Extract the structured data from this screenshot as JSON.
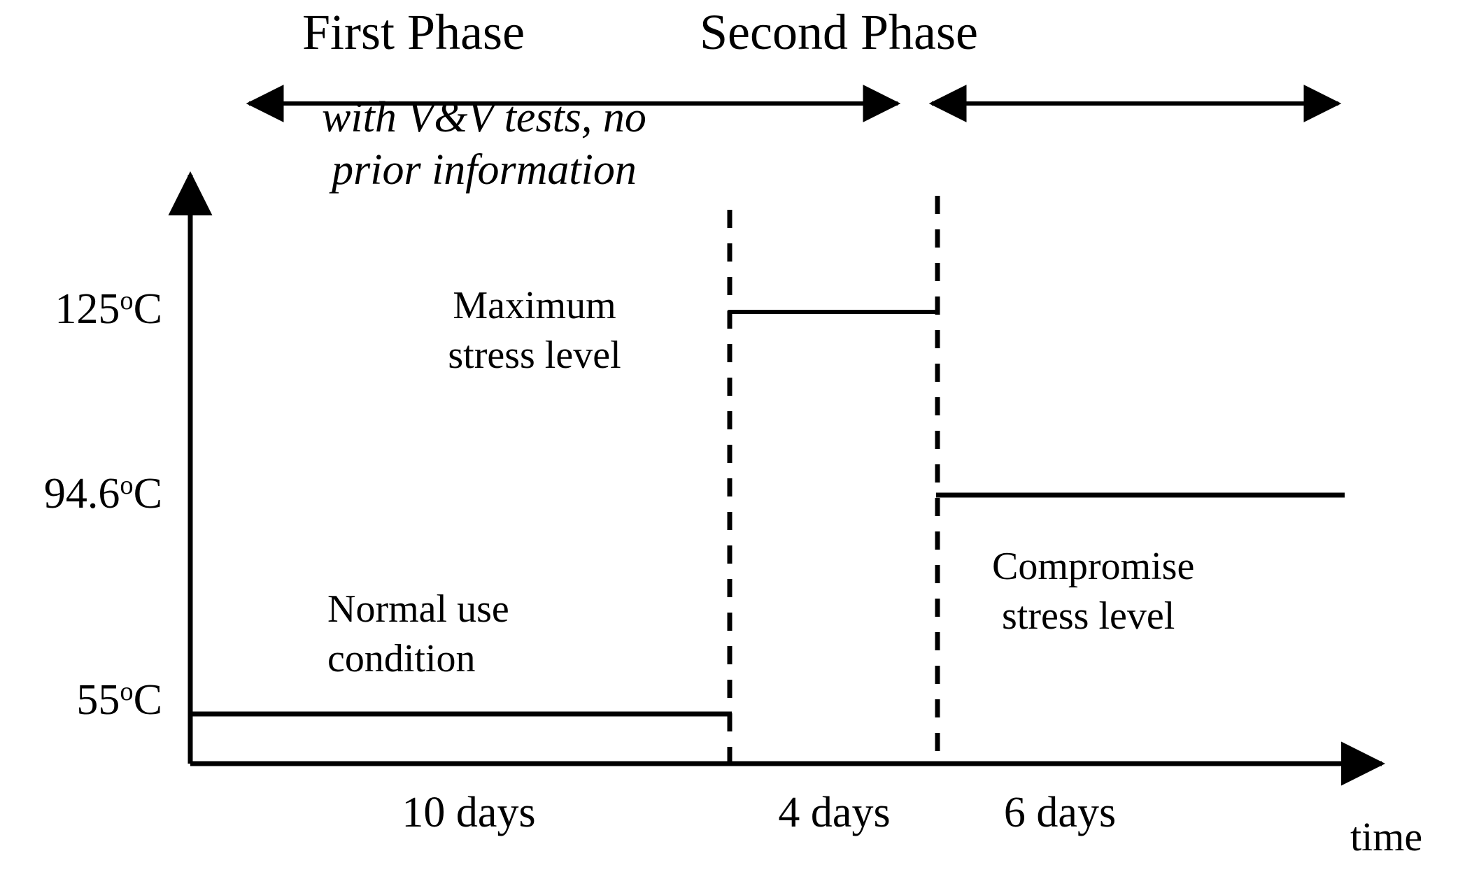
{
  "figure": {
    "type": "step-profile-diagram",
    "title_left": "First Phase",
    "title_right": "Second Phase",
    "annotation_line1": "with V&V tests, no",
    "annotation_line2": "prior information",
    "stroke_color": "#000000",
    "background_color": "#ffffff"
  },
  "y_axis": {
    "ticks": [
      {
        "value": "125",
        "unit": "C",
        "label": "125ºC"
      },
      {
        "value": "94.6",
        "unit": "C",
        "label": "94.6ºC"
      },
      {
        "value": "55",
        "unit": "C",
        "label": "55ºC"
      }
    ]
  },
  "x_axis": {
    "label": "time",
    "segments": [
      {
        "label": "10 days",
        "days": 10
      },
      {
        "label": "4 days",
        "days": 4
      },
      {
        "label": "6 days",
        "days": 6
      }
    ]
  },
  "levels": [
    {
      "name": "normal-use",
      "label_line1": "Normal use",
      "label_line2": "condition",
      "temperature": "55ºC",
      "segment": "10 days"
    },
    {
      "name": "maximum-stress",
      "label_line1": "Maximum",
      "label_line2": "stress level",
      "temperature": "125ºC",
      "segment": "4 days"
    },
    {
      "name": "compromise-stress",
      "label_line1": "Compromise",
      "label_line2": "stress level",
      "temperature": "94.6ºC",
      "segment": "6 days"
    }
  ],
  "chart_data": {
    "type": "line",
    "title": "",
    "xlabel": "time",
    "ylabel": "",
    "grid": false,
    "legend": "none",
    "x_segment_labels": [
      "10 days",
      "4 days",
      "6 days"
    ],
    "x_cumulative_days": [
      0,
      10,
      14,
      20
    ],
    "y_tick_labels": [
      "125ºC",
      "94.6ºC",
      "55ºC"
    ],
    "y_tick_values": [
      125,
      94.6,
      55
    ],
    "steps": [
      {
        "from_day": 0,
        "to_day": 10,
        "value": 55,
        "label": "Normal use condition"
      },
      {
        "from_day": 10,
        "to_day": 14,
        "value": 125,
        "label": "Maximum stress level"
      },
      {
        "from_day": 14,
        "to_day": 20,
        "value": 94.6,
        "label": "Compromise stress level"
      }
    ],
    "phases": [
      {
        "name": "First Phase",
        "from_day": 0,
        "to_day": 14,
        "note": "with V&V tests, no prior information"
      },
      {
        "name": "Second Phase",
        "from_day": 14,
        "to_day": 20,
        "note": ""
      }
    ]
  }
}
